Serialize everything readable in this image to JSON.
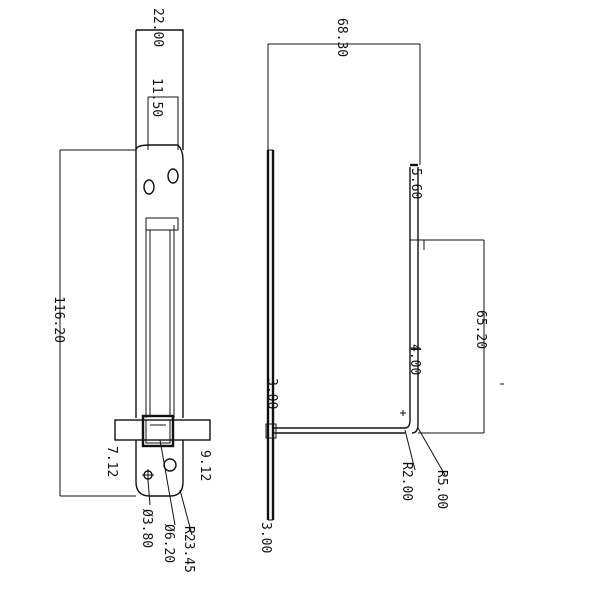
{
  "drawing": {
    "dimensions": {
      "width_top": "22.00",
      "slot_width": "11.50",
      "overall_length": "116.20",
      "offset_left": "7.12",
      "offset_right": "9.12",
      "hole_dia_small": "Ø3.80",
      "hole_dia_large": "Ø6.20",
      "corner_radius": "R23.45",
      "side_width": "68.30",
      "bracket_depth": "5.60",
      "bracket_height": "65.20",
      "bracket_thickness": "4.00",
      "plate_thickness": "3.00",
      "plate_edge": "3.00",
      "bend_radius_inner": "R2.00",
      "bend_radius_outer": "R5.00"
    }
  }
}
